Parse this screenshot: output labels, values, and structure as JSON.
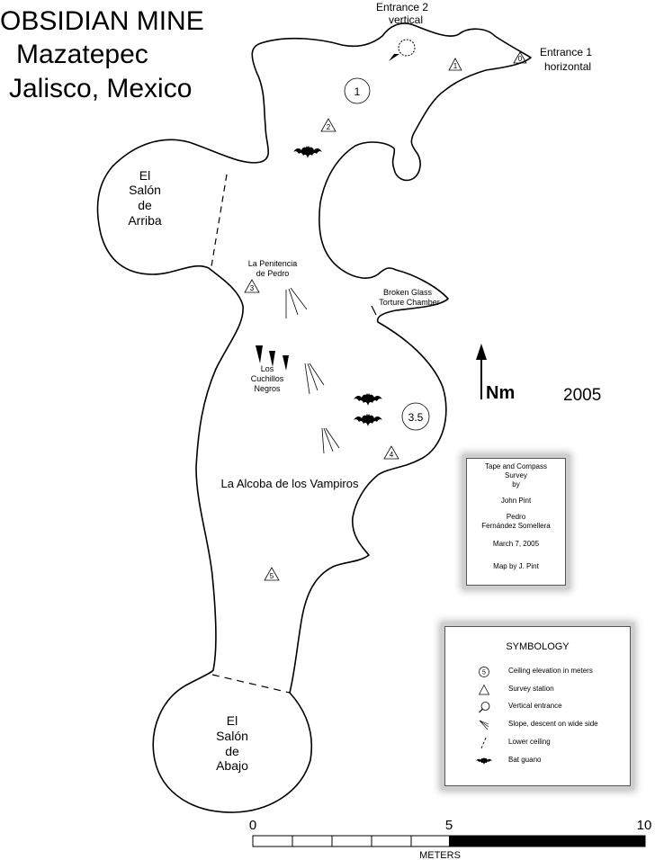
{
  "title": {
    "line1": "OBSIDIAN MINE",
    "line2": "Mazatepec",
    "line3": "Jalisco, Mexico"
  },
  "entrances": {
    "entrance2_line1": "Entrance 2",
    "entrance2_line2": "vertical",
    "entrance1_line1": "Entrance 1",
    "entrance1_line2": "horizontal"
  },
  "rooms": {
    "salon_arriba": [
      "El",
      "Salón",
      "de",
      "Arriba"
    ],
    "salon_abajo": [
      "El",
      "Salón",
      "de",
      "Abajo"
    ],
    "alcoba": "La Alcoba de los Vampiros",
    "penitencia": [
      "La Penitencia",
      "de Pedro"
    ],
    "cuchillos": [
      "Los",
      "Cuchillos",
      "Negros"
    ],
    "broken_glass": [
      "Broken Glass",
      "Torture Chamber"
    ]
  },
  "ceiling_markers": [
    "1",
    "3.5"
  ],
  "stations": [
    "0",
    "1",
    "2",
    "3",
    "4",
    "5"
  ],
  "north_label": "Nm",
  "year": "2005",
  "survey_info": {
    "line1": "Tape and Compass",
    "line2": "Survey",
    "line3": "by",
    "line4": "John Pint",
    "line5": "Pedro",
    "line6": "Fernández Somellera",
    "line7": "March 7, 2005",
    "line8": "Map by J. Pint"
  },
  "symbology": {
    "title": "SYMBOLOGY",
    "items": [
      {
        "icon": "ceiling-elevation-icon",
        "sample": "5",
        "label": "Ceiling elevation in meters"
      },
      {
        "icon": "survey-station-icon",
        "sample": "",
        "label": "Survey station"
      },
      {
        "icon": "vertical-entrance-icon",
        "sample": "",
        "label": "Vertical entrance"
      },
      {
        "icon": "slope-icon",
        "sample": "",
        "label": "Slope, descent on wide side"
      },
      {
        "icon": "lower-ceiling-icon",
        "sample": "",
        "label": "Lower ceiling"
      },
      {
        "icon": "bat-icon",
        "sample": "",
        "label": "Bat guano"
      }
    ]
  },
  "scale": {
    "ticks": [
      "0",
      "5",
      "10"
    ],
    "units": "METERS"
  },
  "colors": {
    "ink": "#000000",
    "shadow": "#bdbdbd"
  }
}
